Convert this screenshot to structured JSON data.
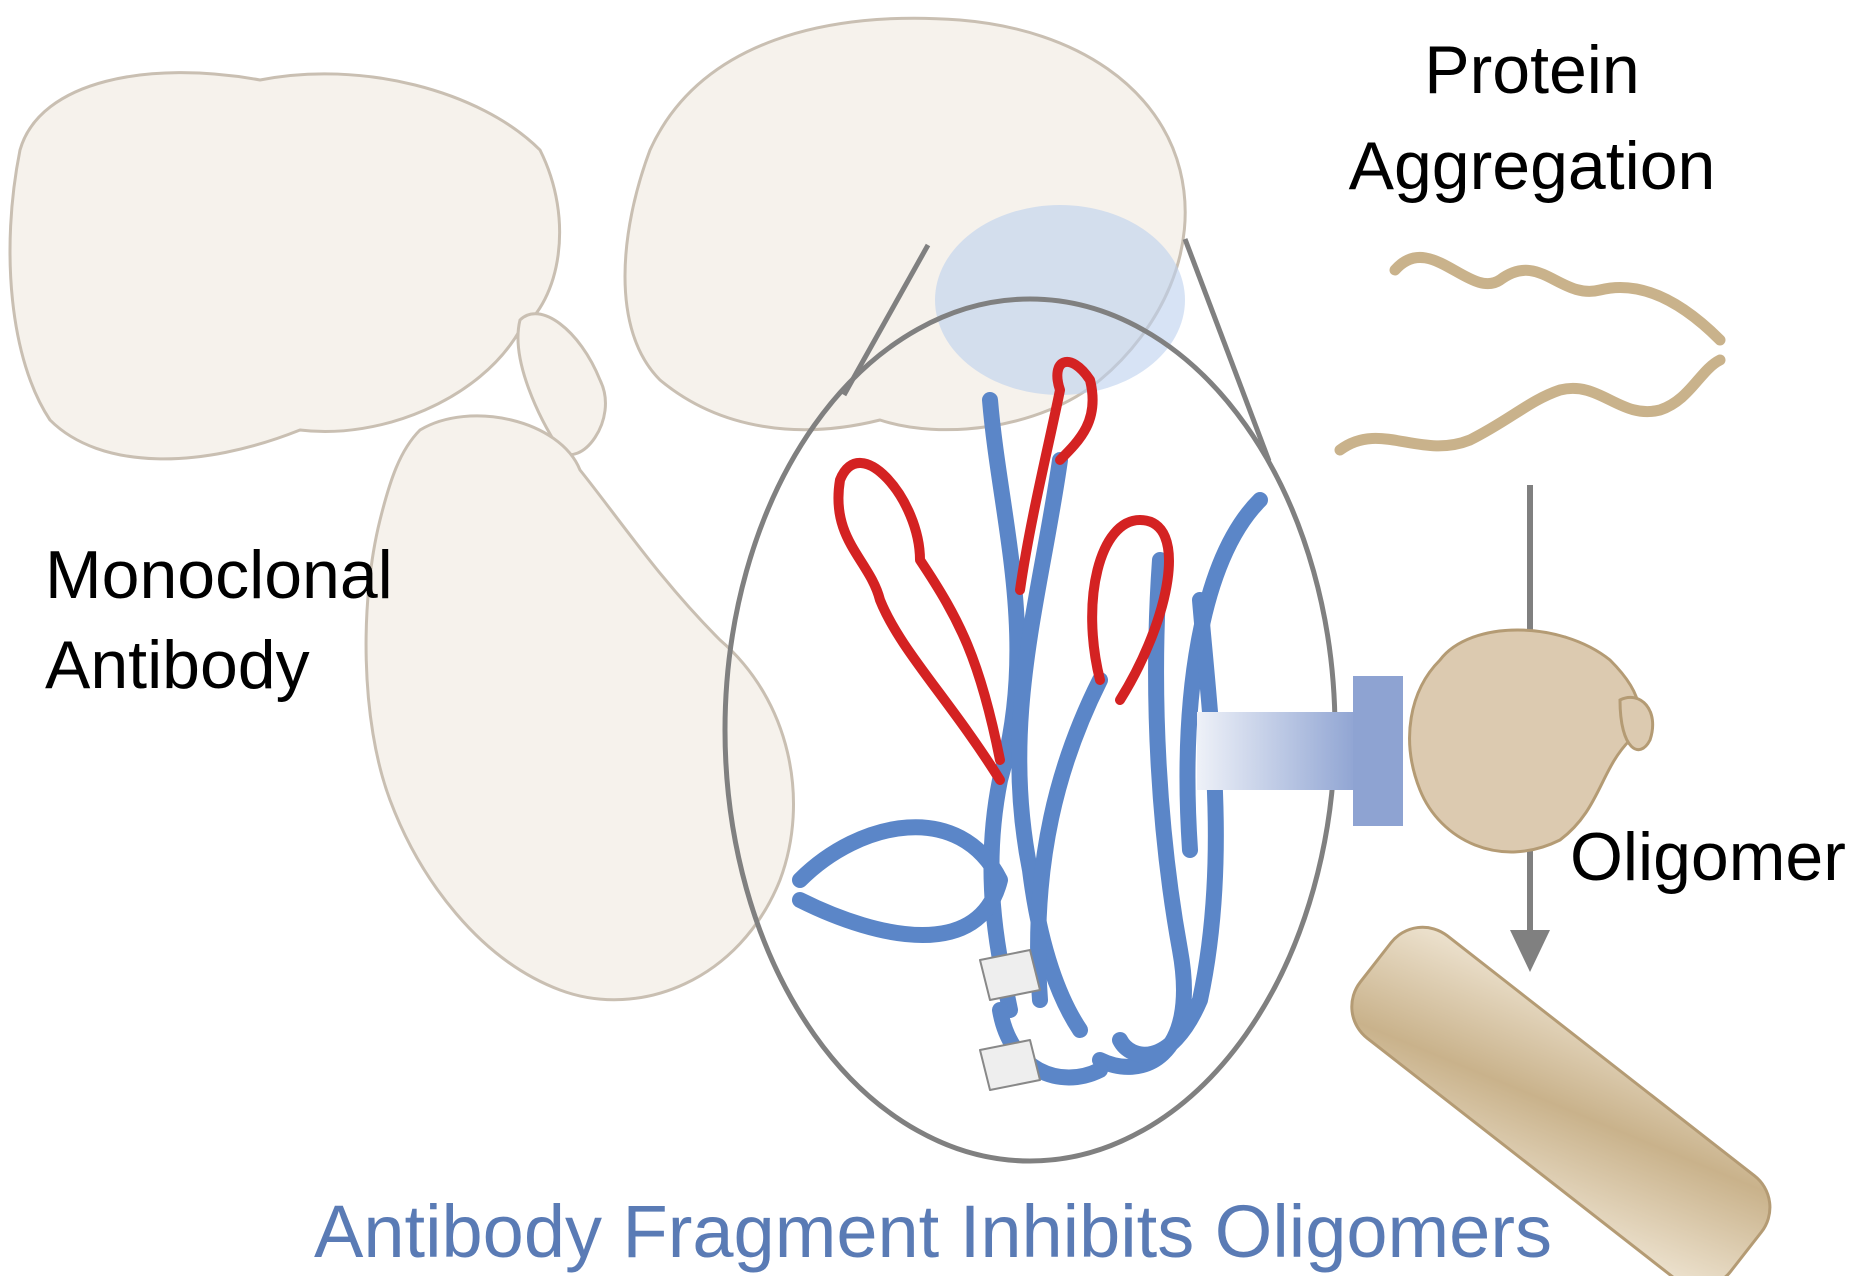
{
  "labels": {
    "protein_aggregation_line1": "Protein",
    "protein_aggregation_line2": "Aggregation",
    "monoclonal_antibody_line1": "Monoclonal",
    "monoclonal_antibody_line2": "Antibody",
    "oligomer": "Oligomer",
    "caption": "Antibody Fragment Inhibits Oligomers"
  },
  "colors": {
    "caption": "#5a7bb5",
    "ribbon": "#5b86c8",
    "cdr_loop": "#d42222",
    "antibody_surface": "#f6f2ec",
    "aggregate": "#d9c4a0",
    "lines": "#808080"
  }
}
